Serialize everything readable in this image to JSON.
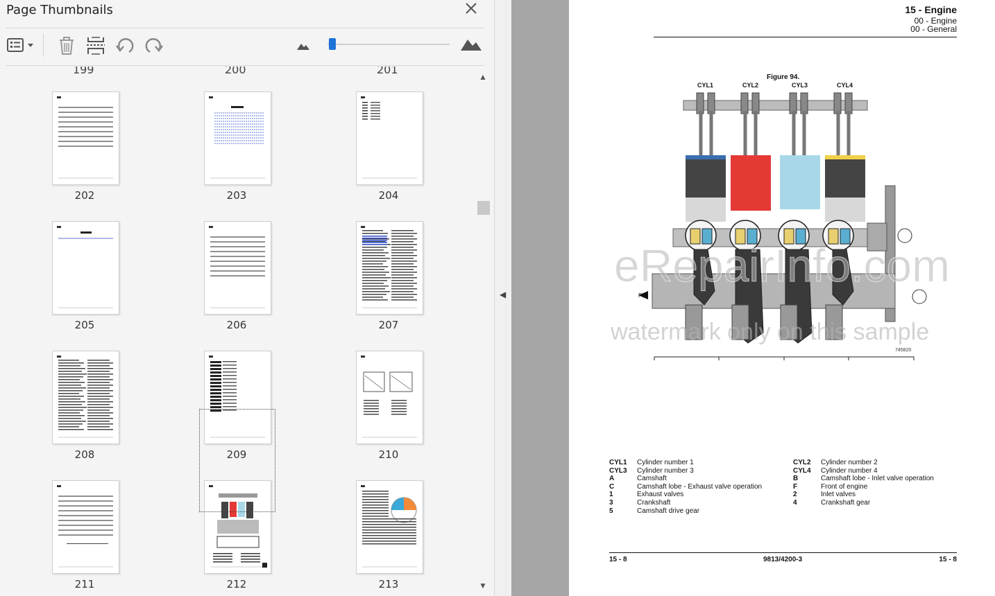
{
  "panel": {
    "title": "Page Thumbnails",
    "icons": [
      "options-menu-icon",
      "delete-icon",
      "extract-pages-icon",
      "rotate-left-icon",
      "rotate-right-icon",
      "zoom-out-mountain-icon",
      "zoom-in-mountain-icon"
    ],
    "zoom_level": 0.02,
    "cut_labels": [
      "199",
      "200",
      "201"
    ],
    "thumbnails": [
      {
        "page": "202",
        "style": "lines"
      },
      {
        "page": "203",
        "style": "toc"
      },
      {
        "page": "204",
        "style": "list"
      },
      {
        "page": "205",
        "style": "title"
      },
      {
        "page": "206",
        "style": "lines"
      },
      {
        "page": "207",
        "style": "twocol"
      },
      {
        "page": "208",
        "style": "dense"
      },
      {
        "page": "209",
        "style": "table"
      },
      {
        "page": "210",
        "style": "drawing"
      },
      {
        "page": "211",
        "style": "tablelines"
      },
      {
        "page": "212",
        "style": "figure",
        "selected": true
      },
      {
        "page": "213",
        "style": "round"
      }
    ]
  },
  "document": {
    "header_title": "15 - Engine",
    "header_sub1": "00 - Engine",
    "header_sub2": "00 - General",
    "figure_title": "Figure 94.",
    "cylinders": [
      "CYL1",
      "CYL2",
      "CYL3",
      "CYL4"
    ],
    "figure_code": "745820",
    "watermark_big": "eRepairInfo.com",
    "watermark_small": "watermark only on this sample",
    "legend": [
      {
        "k": "CYL1",
        "v": "Cylinder number 1"
      },
      {
        "k": "CYL2",
        "v": "Cylinder number 2"
      },
      {
        "k": "CYL3",
        "v": "Cylinder number 3"
      },
      {
        "k": "CYL4",
        "v": "Cylinder number 4"
      },
      {
        "k": "A",
        "v": "Camshaft"
      },
      {
        "k": "B",
        "v": "Camshaft lobe - Inlet valve operation"
      },
      {
        "k": "C",
        "v": "Camshaft lobe - Exhaust valve operation"
      },
      {
        "k": "F",
        "v": "Front of engine"
      },
      {
        "k": "1",
        "v": "Exhaust valves"
      },
      {
        "k": "2",
        "v": "Inlet valves"
      },
      {
        "k": "3",
        "v": "Crankshaft"
      },
      {
        "k": "4",
        "v": "Crankshaft gear"
      },
      {
        "k": "5",
        "v": "Camshaft drive gear"
      }
    ],
    "footer_left": "15 - 8",
    "footer_mid": "9813/4200-3",
    "footer_right": "15 - 8"
  },
  "colors": {
    "piston1": "#3a6fb0",
    "piston2": "#e53935",
    "piston3": "#a8d8e8",
    "piston4": "#f2d04a",
    "accent": "#1e73d8"
  }
}
